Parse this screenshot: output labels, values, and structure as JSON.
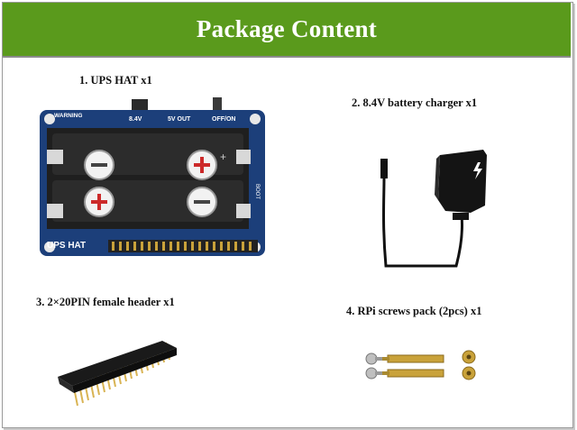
{
  "title": "Package Content",
  "items": [
    {
      "label": "1. UPS HAT x1",
      "board_text": {
        "warning": "WARNING",
        "v84": "8.4V",
        "vout": "5V OUT",
        "offon": "OFF/ON",
        "name": "UPS HAT",
        "boot": "BOOT"
      }
    },
    {
      "label": "2. 8.4V battery charger x1"
    },
    {
      "label": "3. 2×20PIN female header x1"
    },
    {
      "label": "4. RPi screws pack (2pcs) x1"
    }
  ],
  "colors": {
    "header_bg": "#5a9a1c",
    "board_blue": "#1c3f7a",
    "header_text": "#ffffff"
  }
}
